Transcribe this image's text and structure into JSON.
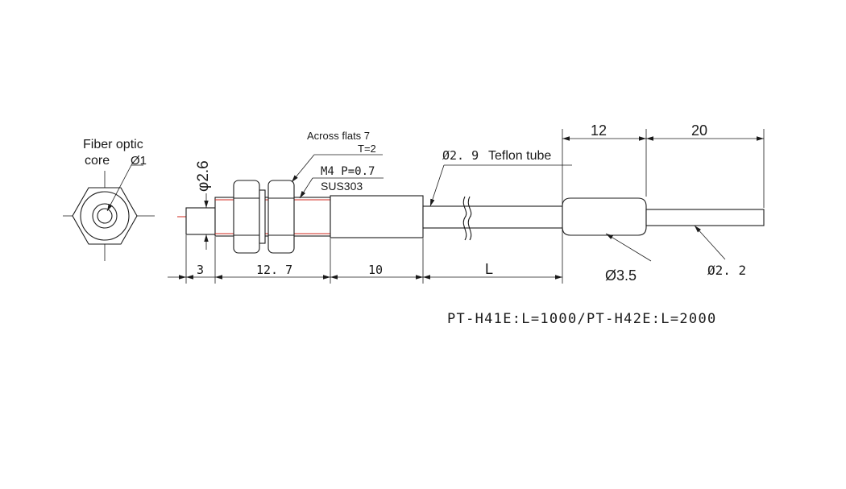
{
  "labels": {
    "fiber_core_line1": "Fiber optic",
    "fiber_core_line2": "core",
    "core_diameter": "Ø1",
    "tip_diameter": "φ2.6",
    "across_flats": "Across flats 7",
    "nut_thickness": "T=2",
    "thread_spec": "M4 P=0.7",
    "material": "SUS303",
    "tube_diameter_prefix": "Ø2. 9",
    "tube_label": "Teflon tube",
    "sleeve_diameter": "Ø3.5",
    "cable_diameter": "Ø2. 2"
  },
  "dimensions": {
    "tip_length": "3",
    "thread_length": "12. 7",
    "sleeve_length": "10",
    "tube_length": "L",
    "sleeve2_length": "12",
    "cable_end_length": "20"
  },
  "note": "PT-H41E:L=1000/PT-H42E:L=2000",
  "colors": {
    "line": "#1a1a1a",
    "centerline": "#d12a1f",
    "background": "#ffffff"
  }
}
